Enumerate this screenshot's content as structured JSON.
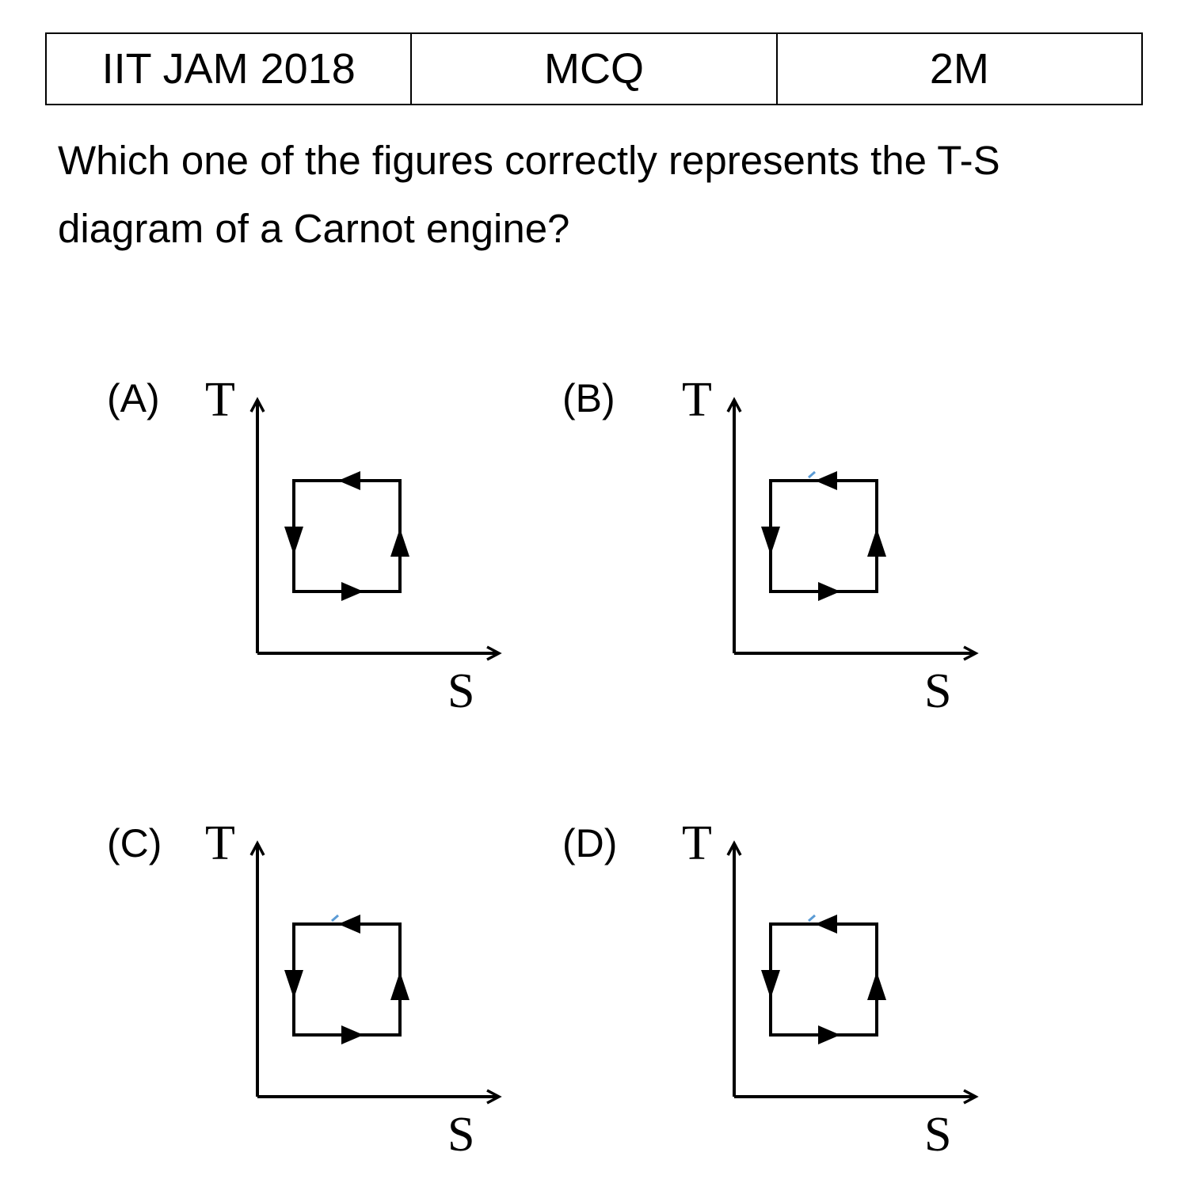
{
  "header": {
    "exam": "IIT JAM 2018",
    "type": "MCQ",
    "marks": "2M"
  },
  "question": {
    "text": "Which one of the figures correctly represents the T-S diagram of a Carnot engine?"
  },
  "options": [
    {
      "label": "(A)",
      "y_axis": "T",
      "x_axis": "S"
    },
    {
      "label": "(B)",
      "y_axis": "T",
      "x_axis": "S"
    },
    {
      "label": "(C)",
      "y_axis": "T",
      "x_axis": "S"
    },
    {
      "label": "(D)",
      "y_axis": "T",
      "x_axis": "S"
    }
  ]
}
